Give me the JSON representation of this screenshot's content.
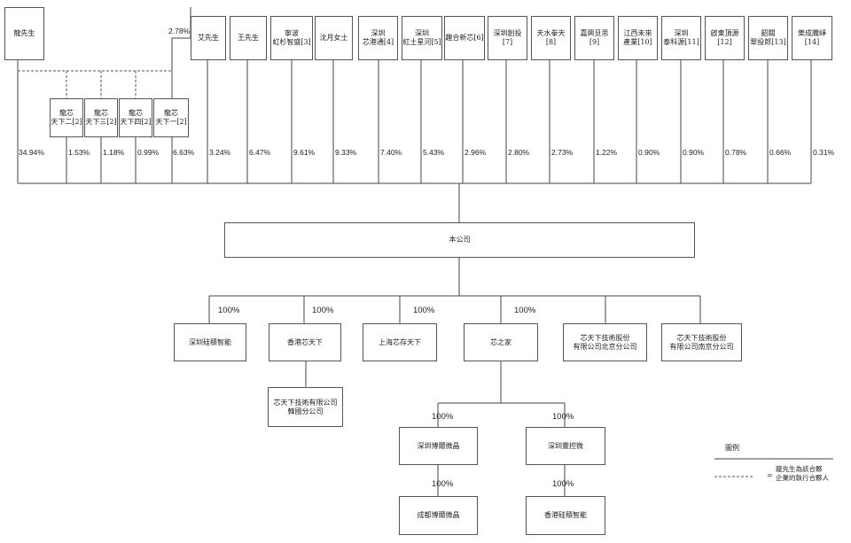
{
  "shareholders": [
    {
      "name": "龍先生",
      "pct": "34.94%"
    },
    {
      "name": "艾先生",
      "pct": "3.24%"
    },
    {
      "name": "王先生",
      "pct": "6.47%"
    },
    {
      "name": "寧波\n虹杉智盛[3]",
      "pct": "9.61%"
    },
    {
      "name": "沈月女士",
      "pct": "9.33%"
    },
    {
      "name": "深圳\n芯港通[4]",
      "pct": "7.40%"
    },
    {
      "name": "深圳\n紅土星河[5]",
      "pct": "5.43%"
    },
    {
      "name": "趣合新芯[6]",
      "pct": "2.96%"
    },
    {
      "name": "深圳創投[7]",
      "pct": "2.80%"
    },
    {
      "name": "天水拳天[8]",
      "pct": "2.73%"
    },
    {
      "name": "嘉興旦思[9]",
      "pct": "1.22%"
    },
    {
      "name": "江西未來\n產業[10]",
      "pct": "0.90%"
    },
    {
      "name": "深圳\n泰科源[11]",
      "pct": "0.90%"
    },
    {
      "name": "啟東頂源[12]",
      "pct": "0.78%"
    },
    {
      "name": "韶關\n翠投郎[13]",
      "pct": "0.66%"
    },
    {
      "name": "樂成騰崢[14]",
      "pct": "0.31%"
    }
  ],
  "partnerships": [
    {
      "name": "龍芯\n天下二[2]",
      "pct": "1.53%"
    },
    {
      "name": "龍芯\n天下三[2]",
      "pct": "1.18%"
    },
    {
      "name": "龍芯\n天下四[2]",
      "pct": "0.99%"
    },
    {
      "name": "龍芯\n天下一[2]",
      "pct": "6.63%"
    }
  ],
  "upper_pct": "2.78%",
  "company": "本公司",
  "subsidiaries": [
    {
      "name": "深圳硅積智能",
      "pct": "100%"
    },
    {
      "name": "香港芯天下",
      "pct": "100%"
    },
    {
      "name": "上海芯存天下",
      "pct": "100%"
    },
    {
      "name": "芯之家",
      "pct": "100%"
    },
    {
      "name": "芯天下技術股份\n有限公司北京分公司",
      "pct": ""
    },
    {
      "name": "芯天下技術股份\n有限公司南京分公司",
      "pct": ""
    }
  ],
  "korea_branch": "芯天下技術有限公司\n韓國分公司",
  "second_level": [
    {
      "name": "深圳博爾微晶",
      "pct": "100%"
    },
    {
      "name": "深圳靈控微",
      "pct": "100%"
    }
  ],
  "third_level": [
    {
      "name": "成都博爾微晶",
      "pct": "100%"
    },
    {
      "name": "香港硅積智能",
      "pct": "100%"
    }
  ],
  "legend": {
    "title": "圖例",
    "symbol": "=",
    "desc": "龍先生為該合夥\n企業的執行合夥人"
  }
}
